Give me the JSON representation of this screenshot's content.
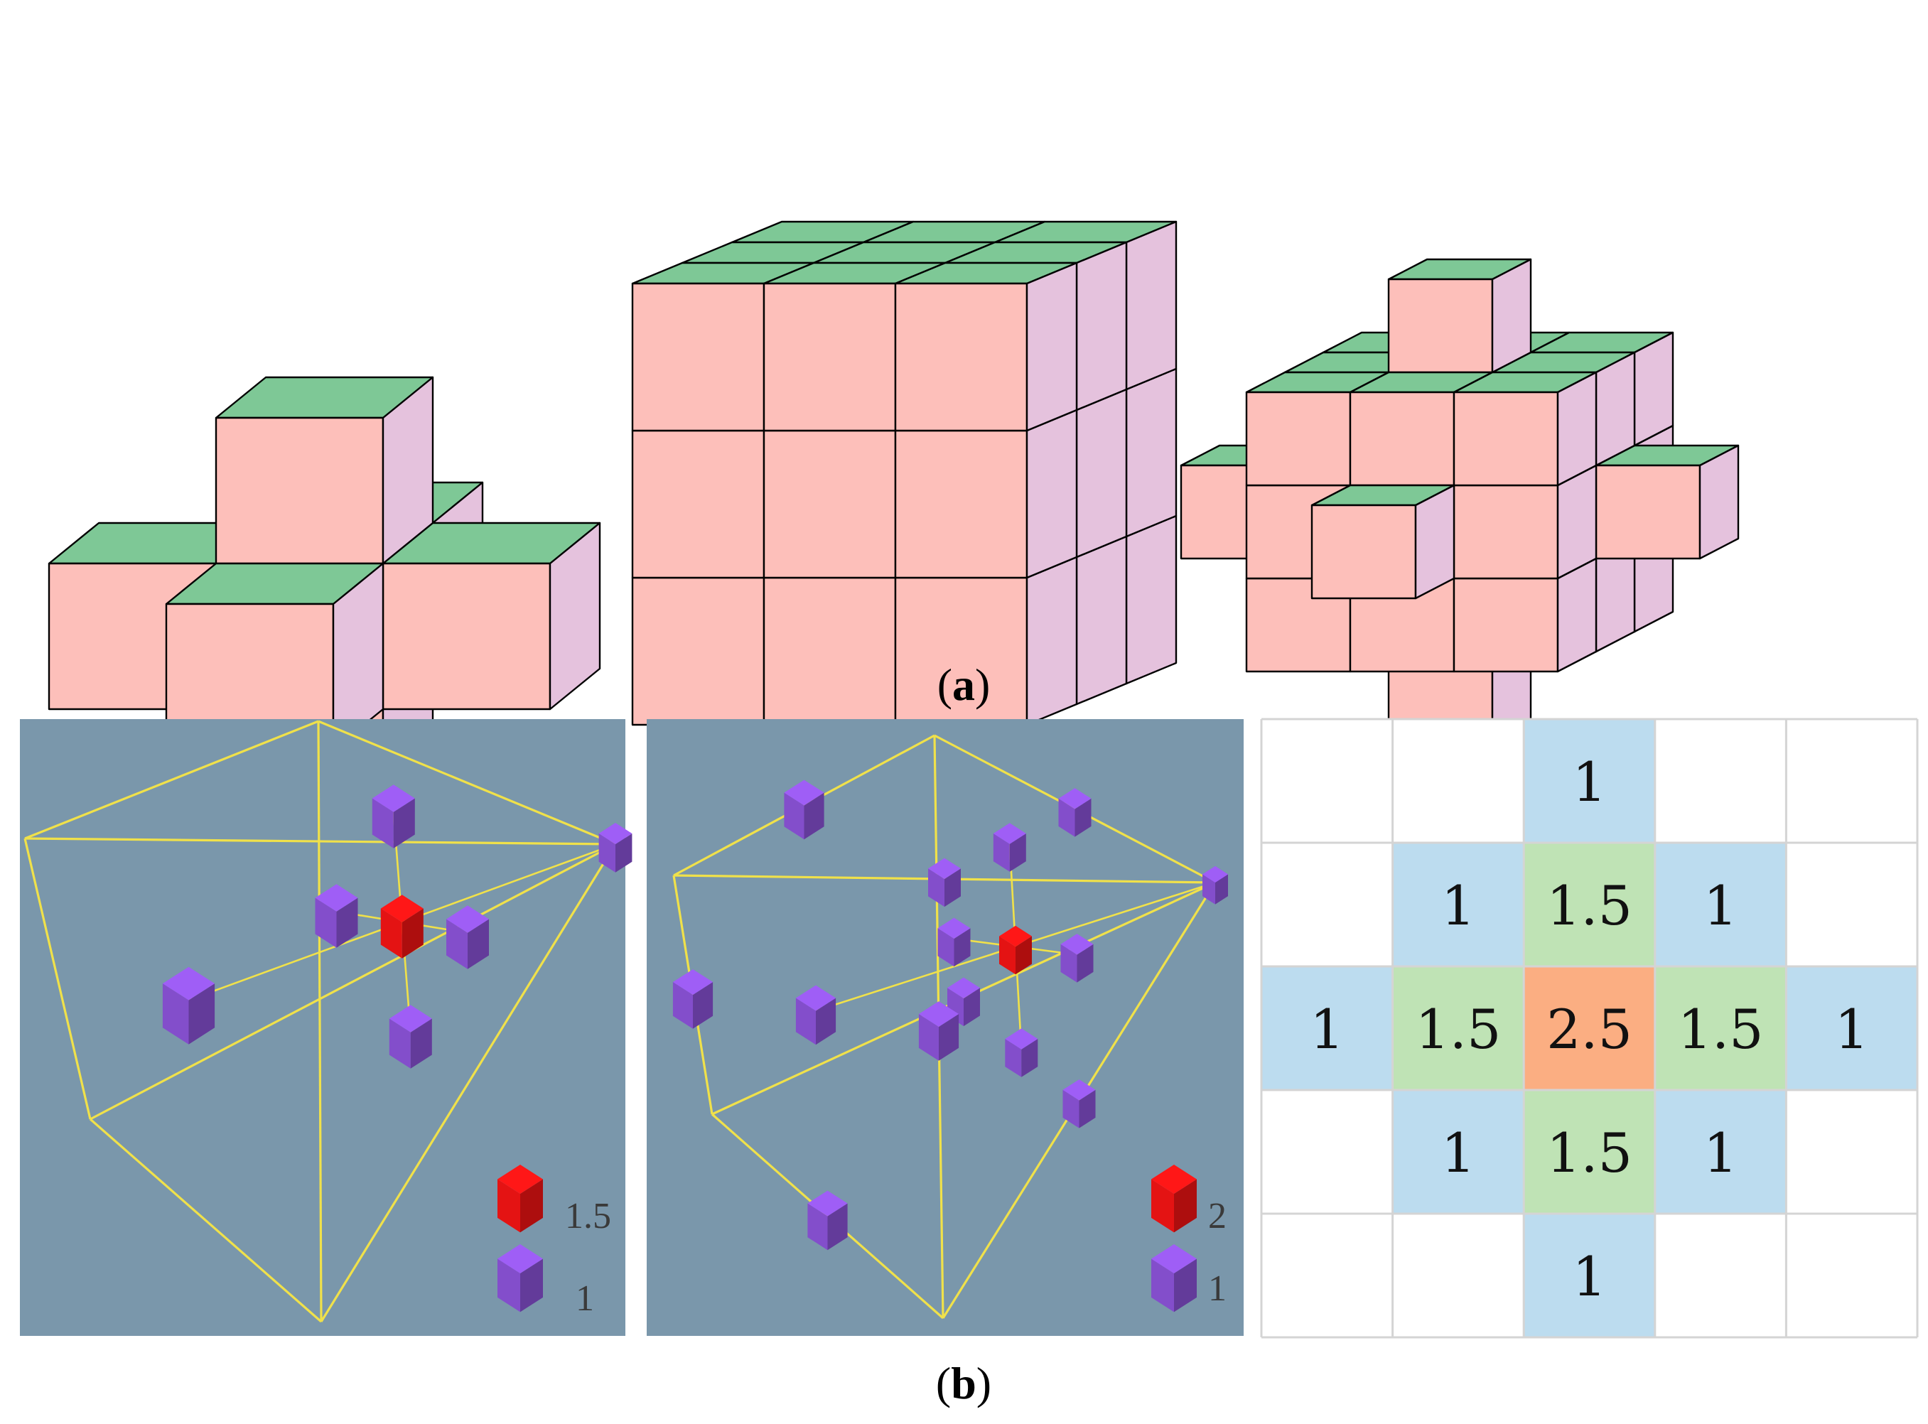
{
  "colors": {
    "cube_top": "#7ec896",
    "cube_front": "#fdbfba",
    "cube_side": "#e5c2dd",
    "edge": "#000000",
    "panel_bg": "#7a97ab",
    "wire": "#f0e14a",
    "marker_center": "#f01414",
    "marker_neighbor": "#8a52d6",
    "cell_blue": "#bcdcef",
    "cell_green": "#bfe3b5",
    "cell_orange": "#fbae82",
    "grid_line": "#d4d4d4"
  },
  "captions": {
    "a_open": "(",
    "a_letter": "a",
    "a_close": ")",
    "b_open": "(",
    "b_letter": "b",
    "b_close": ")"
  },
  "panel_b1": {
    "legend": {
      "center_value": "1.5",
      "neighbor_value": "1"
    }
  },
  "panel_b2": {
    "legend": {
      "center_value": "2",
      "neighbor_value": "1"
    }
  },
  "weight_grid": {
    "rows": [
      [
        "",
        "",
        "1",
        "",
        ""
      ],
      [
        "",
        "1",
        "1.5",
        "1",
        ""
      ],
      [
        "1",
        "1.5",
        "2.5",
        "1.5",
        "1"
      ],
      [
        "",
        "1",
        "1.5",
        "1",
        ""
      ],
      [
        "",
        "",
        "1",
        "",
        ""
      ]
    ]
  }
}
